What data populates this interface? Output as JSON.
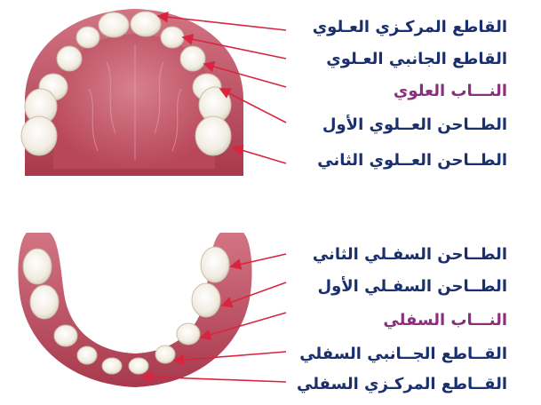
{
  "colors": {
    "text_navy": "#1a2f6e",
    "text_purple": "#8a2f7e",
    "pointer_red": "#d9243f",
    "gum": "#c85a6c",
    "palate": "#b94a5d",
    "tooth": "#f3efe6"
  },
  "upper": {
    "labels": [
      {
        "text": "القاطع المركـزي العـلوي",
        "color": "navy"
      },
      {
        "text": "القاطع الجانبي العـلوي",
        "color": "navy"
      },
      {
        "text": "النـــاب العلوي",
        "color": "purple"
      },
      {
        "text": "الطــاحن العــلوي الأول",
        "color": "navy"
      },
      {
        "text": "الطــاحن العــلوي الثاني",
        "color": "navy"
      }
    ]
  },
  "lower": {
    "labels": [
      {
        "text": "الطــاحن السفـلي الثاني",
        "color": "navy"
      },
      {
        "text": "الطــاحن السفـلي الأول",
        "color": "navy"
      },
      {
        "text": "النـــاب السفلي",
        "color": "purple"
      },
      {
        "text": "القــاطع الجــانبي السفلي",
        "color": "navy"
      },
      {
        "text": "القــاطع المركـزي السفلي",
        "color": "navy"
      }
    ]
  }
}
